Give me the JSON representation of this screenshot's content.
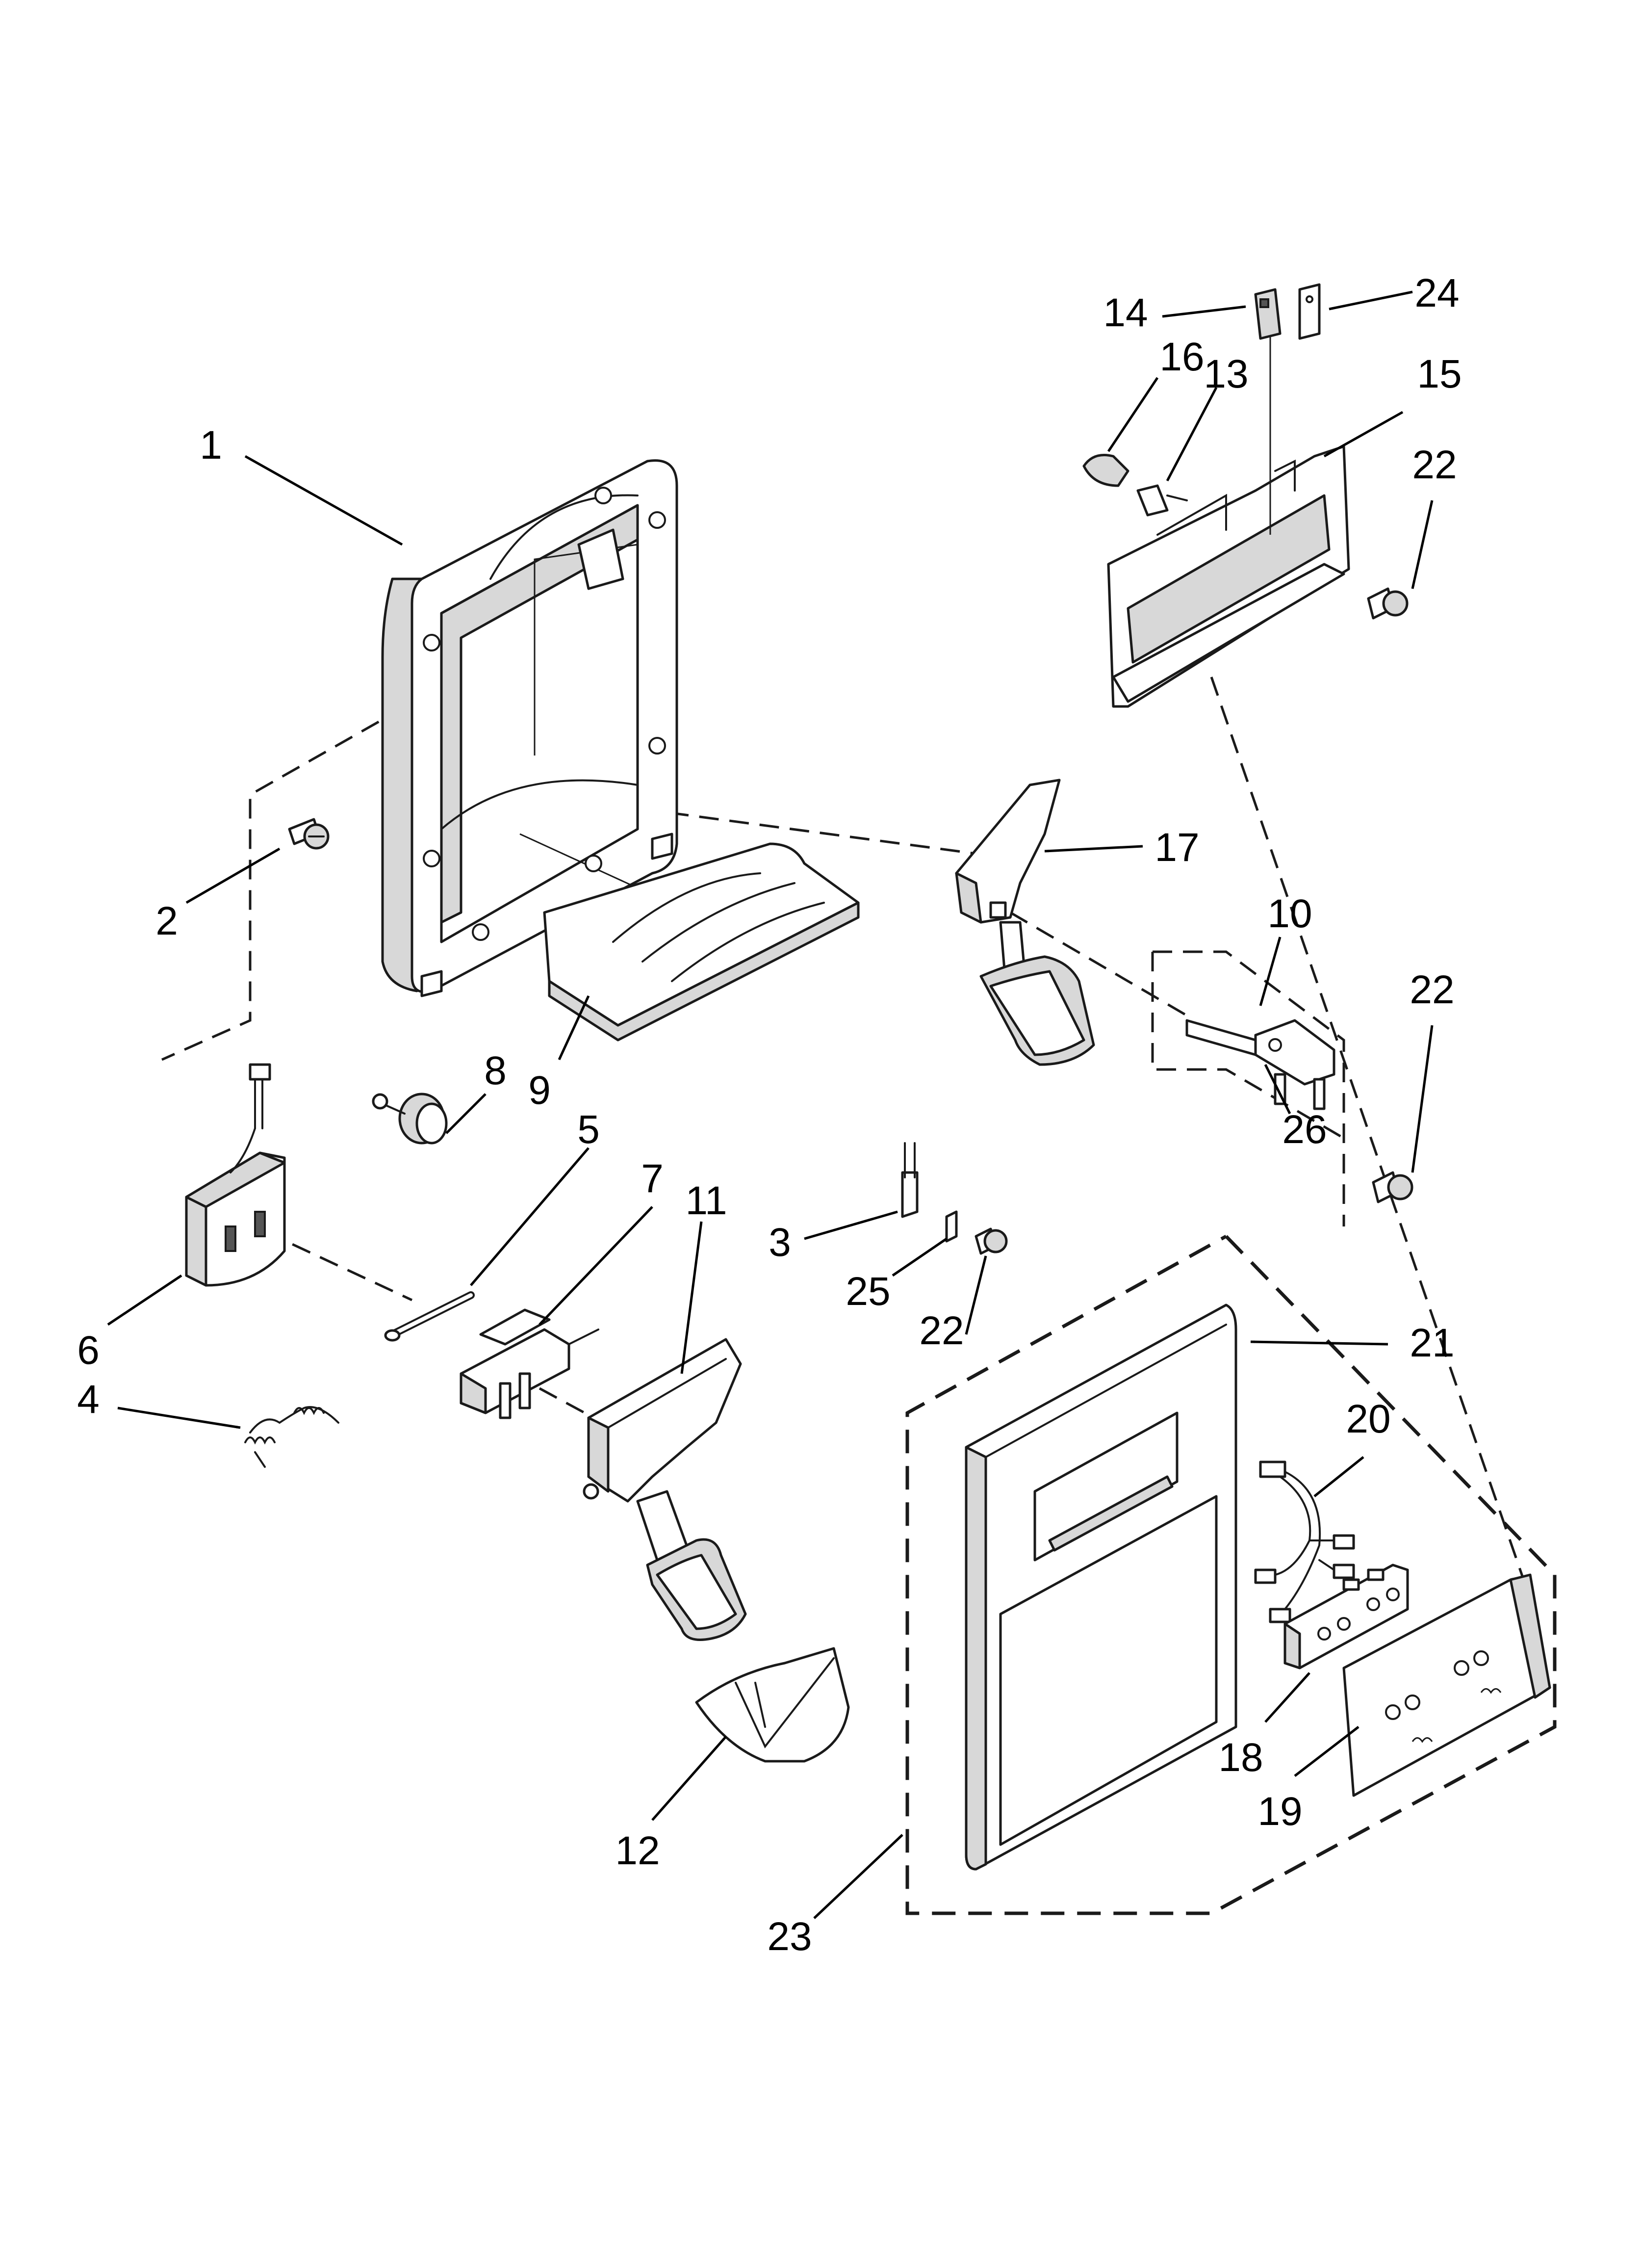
{
  "callouts": [
    {
      "id": "1",
      "label": "1"
    },
    {
      "id": "2",
      "label": "2"
    },
    {
      "id": "3",
      "label": "3"
    },
    {
      "id": "4",
      "label": "4"
    },
    {
      "id": "5",
      "label": "5"
    },
    {
      "id": "6",
      "label": "6"
    },
    {
      "id": "7",
      "label": "7"
    },
    {
      "id": "8",
      "label": "8"
    },
    {
      "id": "9",
      "label": "9"
    },
    {
      "id": "10",
      "label": "10"
    },
    {
      "id": "11",
      "label": "11"
    },
    {
      "id": "12",
      "label": "12"
    },
    {
      "id": "13",
      "label": "13"
    },
    {
      "id": "14",
      "label": "14"
    },
    {
      "id": "15",
      "label": "15"
    },
    {
      "id": "16",
      "label": "16"
    },
    {
      "id": "17",
      "label": "17"
    },
    {
      "id": "18",
      "label": "18"
    },
    {
      "id": "19",
      "label": "19"
    },
    {
      "id": "20",
      "label": "20"
    },
    {
      "id": "21",
      "label": "21"
    },
    {
      "id": "22a",
      "label": "22"
    },
    {
      "id": "22b",
      "label": "22"
    },
    {
      "id": "22c",
      "label": "22"
    },
    {
      "id": "23",
      "label": "23"
    },
    {
      "id": "24",
      "label": "24"
    },
    {
      "id": "25",
      "label": "25"
    },
    {
      "id": "26",
      "label": "26"
    }
  ]
}
